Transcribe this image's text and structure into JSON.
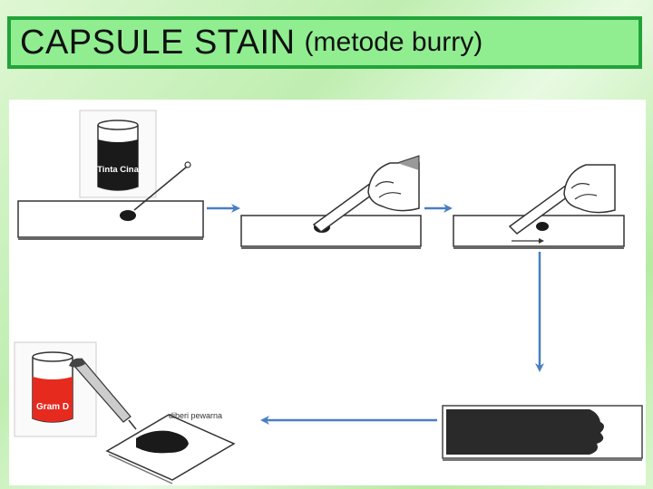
{
  "title": {
    "main": "CAPSULE STAIN",
    "sub": "(metode burry)"
  },
  "labels": {
    "ink_jar": "Tinta Cina",
    "stain_jar": "Gram D",
    "stain_note": "diberi pewarna"
  },
  "colors": {
    "title_background": "#90ee90",
    "title_border": "#22a33a",
    "arrow": "#4a7fc1",
    "stain_red": "#e62a1e"
  },
  "steps": [
    "ink-drop-on-slide",
    "spread-with-slide",
    "push-smear",
    "dried-smear",
    "add-stain"
  ]
}
